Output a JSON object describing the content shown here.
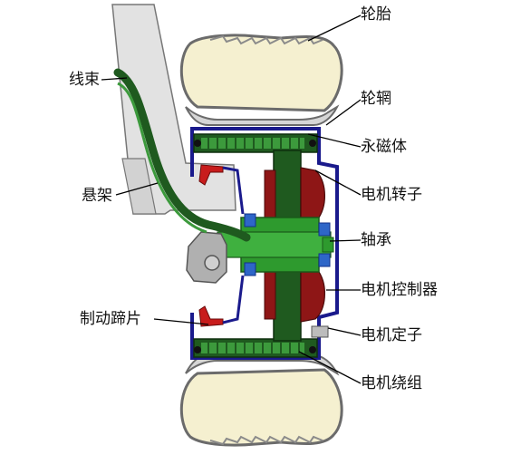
{
  "labels": {
    "tire": "轮胎",
    "rim": "轮辋",
    "permanent_magnet": "永磁体",
    "motor_rotor": "电机转子",
    "bearing": "轴承",
    "motor_controller": "电机控制器",
    "motor_stator": "电机定子",
    "motor_winding": "电机绕组",
    "wiring_harness": "线束",
    "suspension": "悬架",
    "brake_pad": "制动蹄片"
  },
  "watermark": "",
  "colors": {
    "tire_fill": "#f5f0d0",
    "tire_stroke": "#6b6b6b",
    "rim_fill": "#d6d6d6",
    "housing_blue": "#1a1a8c",
    "stator_dark_green": "#1f5a1f",
    "winding_green": "#3c9a3c",
    "rotor_red": "#8e1616",
    "hub_green": "#2e9a2e",
    "bearing_blue": "#2e66c8",
    "suspension_gray": "#e2e2e2",
    "brake_red": "#c81c1c"
  }
}
